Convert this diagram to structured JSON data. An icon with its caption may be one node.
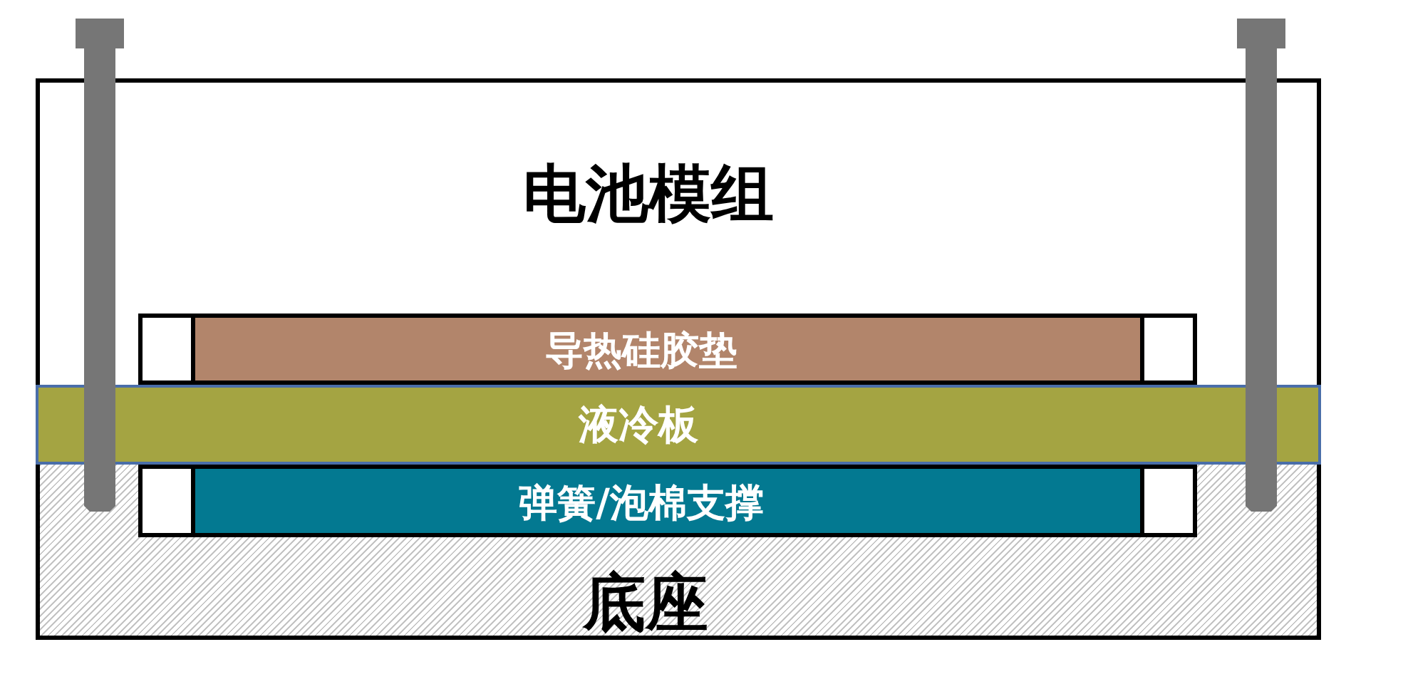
{
  "diagram": {
    "nodes": [
      {
        "text": [
          "电池模组"
        ]
      },
      {
        "text": [],
        "shape": "box",
        "in": 0
      },
      {
        "text": [
          "导热硅胶垫"
        ],
        "in": 0
      },
      {
        "text": [],
        "shape": "box",
        "in": 0
      },
      {
        "text": [
          "液冷板"
        ]
      },
      {
        "text": [
          "底座"
        ]
      },
      {
        "text": [],
        "shape": "box",
        "in": 5
      },
      {
        "text": [
          "弹簧/泡棉支撑"
        ],
        "in": 5
      },
      {
        "text": [],
        "shape": "box",
        "in": 5
      }
    ]
  }
}
